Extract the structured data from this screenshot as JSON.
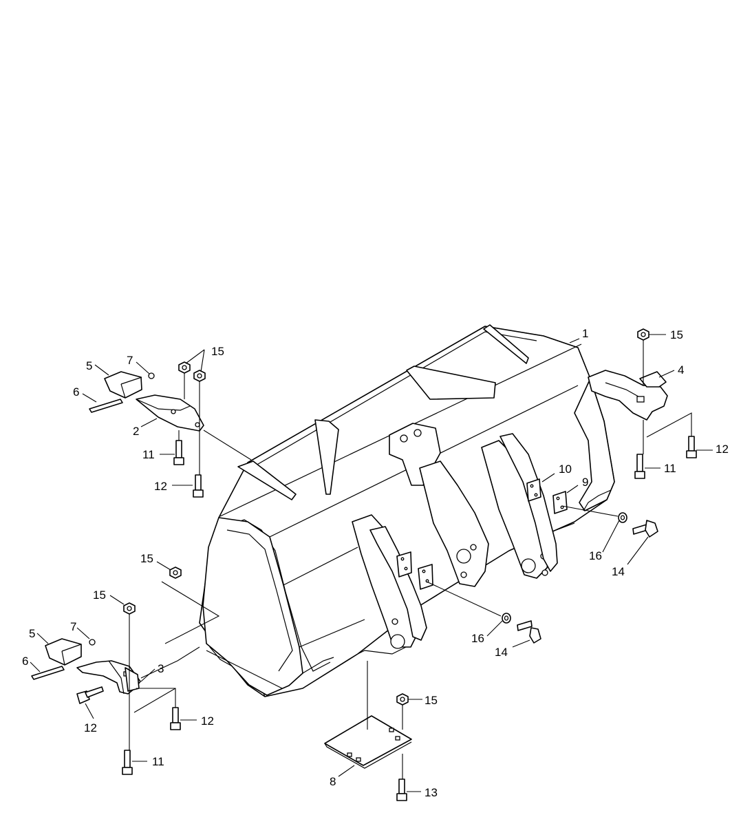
{
  "diagram": {
    "callouts": [
      {
        "id": "c1",
        "text": "1"
      },
      {
        "id": "c2",
        "text": "2"
      },
      {
        "id": "c3",
        "text": "3"
      },
      {
        "id": "c4",
        "text": "4"
      },
      {
        "id": "c5a",
        "text": "5"
      },
      {
        "id": "c5b",
        "text": "5"
      },
      {
        "id": "c6a",
        "text": "6"
      },
      {
        "id": "c6b",
        "text": "6"
      },
      {
        "id": "c7a",
        "text": "7"
      },
      {
        "id": "c7b",
        "text": "7"
      },
      {
        "id": "c8",
        "text": "8"
      },
      {
        "id": "c9",
        "text": "9"
      },
      {
        "id": "c10",
        "text": "10"
      },
      {
        "id": "c11a",
        "text": "11"
      },
      {
        "id": "c11b",
        "text": "11"
      },
      {
        "id": "c11c",
        "text": "11"
      },
      {
        "id": "c12a",
        "text": "12"
      },
      {
        "id": "c12b",
        "text": "12"
      },
      {
        "id": "c12c",
        "text": "12"
      },
      {
        "id": "c12d",
        "text": "12"
      },
      {
        "id": "c13",
        "text": "13"
      },
      {
        "id": "c14a",
        "text": "14"
      },
      {
        "id": "c14b",
        "text": "14"
      },
      {
        "id": "c15a",
        "text": "15"
      },
      {
        "id": "c15b",
        "text": "15"
      },
      {
        "id": "c15c",
        "text": "15"
      },
      {
        "id": "c15d",
        "text": "15"
      },
      {
        "id": "c15e",
        "text": "15"
      },
      {
        "id": "c16a",
        "text": "16"
      },
      {
        "id": "c16b",
        "text": "16"
      }
    ]
  },
  "colors": {
    "line": "#000000",
    "background": "#ffffff"
  }
}
